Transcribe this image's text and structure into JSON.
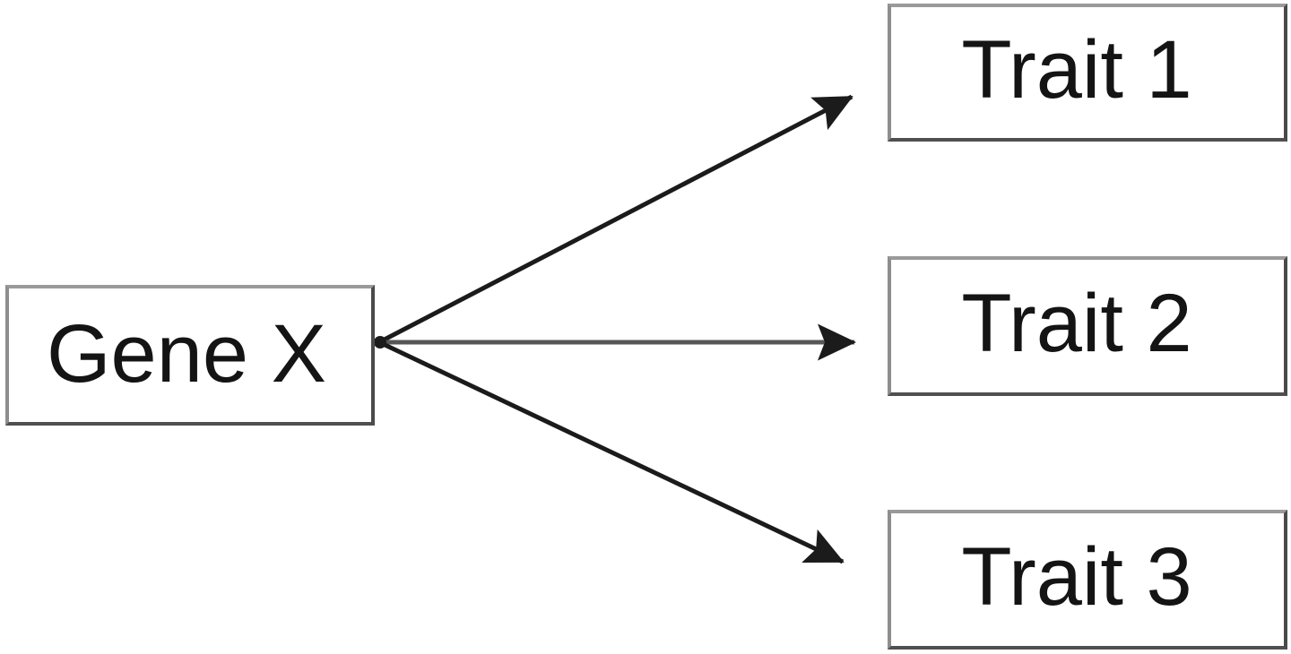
{
  "diagram": {
    "type": "gene-pleiotropy-flow-diagram",
    "background_color": "#ffffff",
    "source": {
      "id": "gene-x",
      "label": "Gene X"
    },
    "targets": [
      {
        "id": "trait-1",
        "label": "Trait 1"
      },
      {
        "id": "trait-2",
        "label": "Trait 2"
      },
      {
        "id": "trait-3",
        "label": "Trait 3"
      }
    ],
    "edges": [
      {
        "id": "edge-gene-x-to-trait-1",
        "from": "gene-x",
        "to": "trait-1",
        "arrowhead": "filled-triangle",
        "color": "#1b1b1b",
        "width": 5
      },
      {
        "id": "edge-gene-x-to-trait-2",
        "from": "gene-x",
        "to": "trait-2",
        "arrowhead": "filled-triangle",
        "color": "#575757",
        "width": 5
      },
      {
        "id": "edge-gene-x-to-trait-3",
        "from": "gene-x",
        "to": "trait-3",
        "arrowhead": "filled-triangle",
        "color": "#1b1b1b",
        "width": 5
      }
    ],
    "colors": {
      "node_fill": "#ffffff",
      "node_border_light": "#9a9a9a",
      "node_border_dark": "#4a4a4a",
      "text": "#141414",
      "edge_dark": "#1b1b1b",
      "edge_gray": "#575757"
    }
  }
}
